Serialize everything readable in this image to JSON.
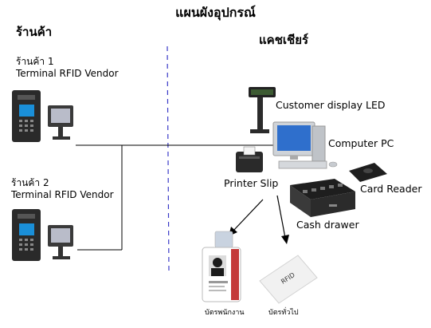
{
  "title": "แผนผังอุปกรณ์",
  "left_header": "ร้านค้า",
  "right_header": "แคชเชียร์",
  "vendors": [
    {
      "name": "ร้านค้า 1",
      "device": "Terminal RFID Vendor"
    },
    {
      "name": "ร้านค้า 2",
      "device": "Terminal RFID Vendor"
    }
  ],
  "devices": {
    "customer_display": "Customer display LED",
    "computer": "Computer PC",
    "printer": "Printer Slip",
    "card_reader": "Card Reader",
    "cash_drawer": "Cash drawer"
  },
  "cards": {
    "employee": "บัตรพนักงาน",
    "general": "บัตรทั่วไป",
    "rfid_text": "RFID"
  }
}
